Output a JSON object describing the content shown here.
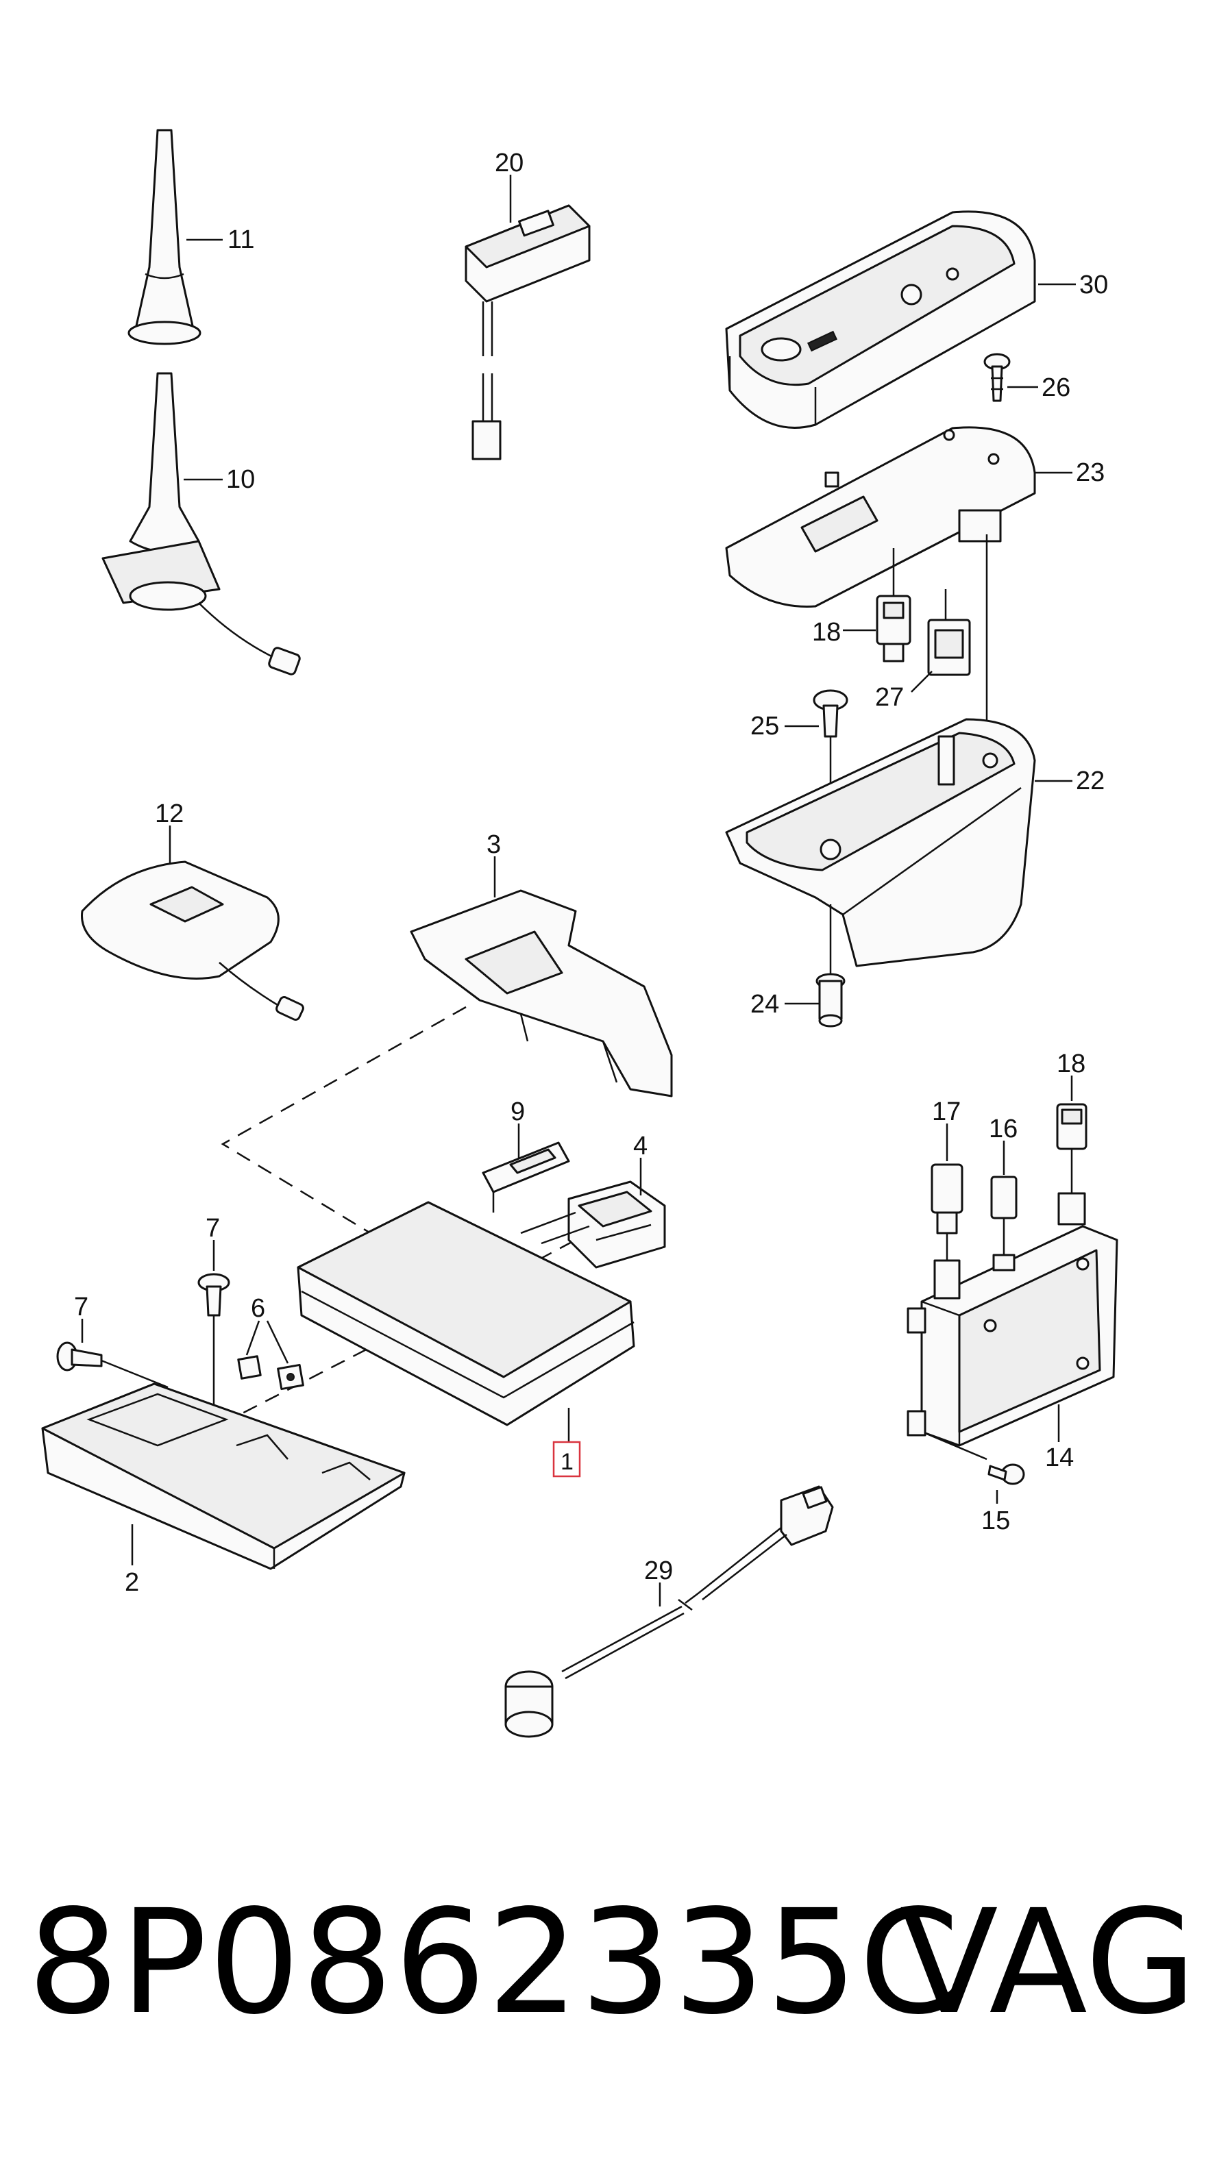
{
  "diagram": {
    "callouts": {
      "c1": "1",
      "c2": "2",
      "c3": "3",
      "c4": "4",
      "c6": "6",
      "c7a": "7",
      "c7b": "7",
      "c9": "9",
      "c10": "10",
      "c11": "11",
      "c12": "12",
      "c14": "14",
      "c15": "15",
      "c16": "16",
      "c17": "17",
      "c18a": "18",
      "c18b": "18",
      "c20": "20",
      "c22": "22",
      "c23": "23",
      "c24": "24",
      "c25": "25",
      "c26": "26",
      "c27": "27",
      "c29": "29",
      "c30": "30"
    },
    "highlight_color": "#d9343f"
  },
  "footer": {
    "part_number": "8P0862335C",
    "brand": "VAG"
  }
}
